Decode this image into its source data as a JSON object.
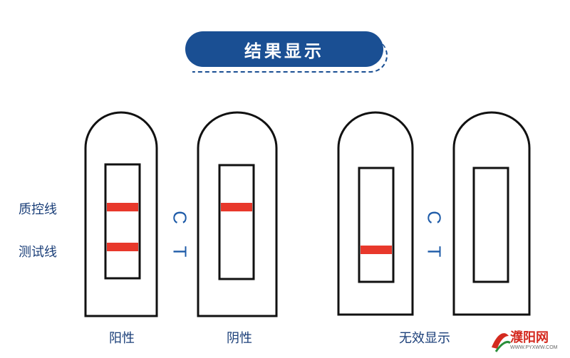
{
  "header": {
    "title": "结果显示"
  },
  "labels": {
    "control_line": "质控线",
    "test_line": "测试线"
  },
  "ct_marks": {
    "c": "C",
    "t": "T"
  },
  "strips": [
    {
      "name": "阳性",
      "control_line": true,
      "test_line": true
    },
    {
      "name": "阴性",
      "control_line": true,
      "test_line": false
    },
    {
      "name": "",
      "control_line": false,
      "test_line": true
    },
    {
      "name": "",
      "control_line": false,
      "test_line": false
    }
  ],
  "captions": {
    "positive": "阳性",
    "negative": "阴性",
    "invalid": "无效显示"
  },
  "logo": {
    "text": "濮阳网",
    "url": "WWW.PYXWW.COM"
  },
  "colors": {
    "title_bg": "#1a4f93",
    "line_red": "#e8382b",
    "outline": "#111111",
    "accent_blue": "#1e5ba8"
  }
}
